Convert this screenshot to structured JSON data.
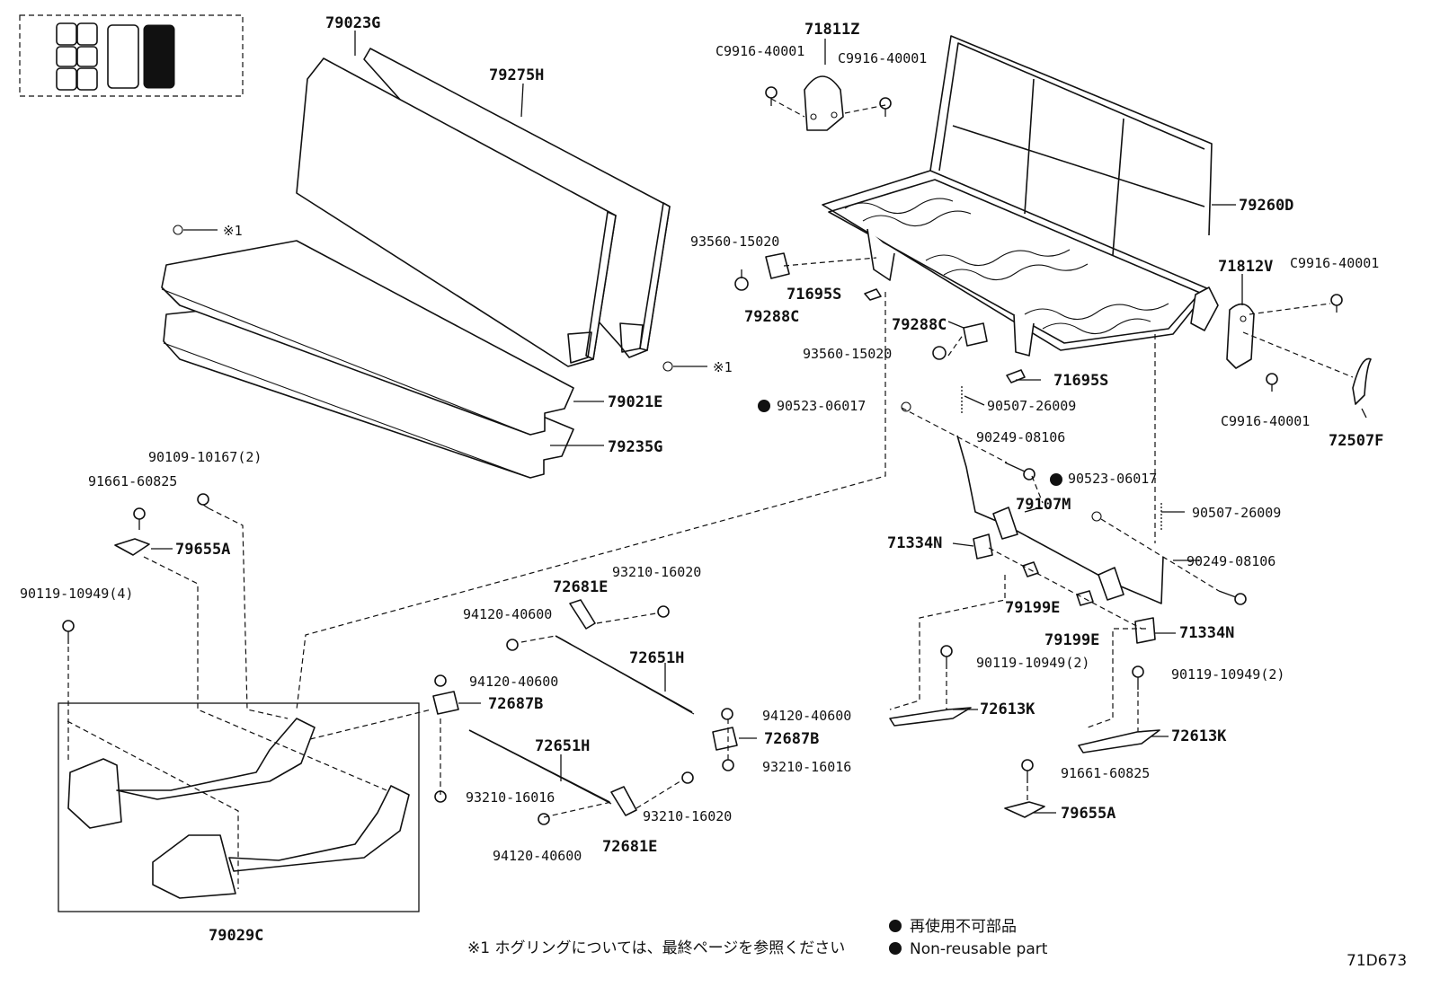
{
  "diagram_code": "71D673",
  "parts": [
    {
      "id": "79023G",
      "label": "79023G"
    },
    {
      "id": "79275H",
      "label": "79275H"
    },
    {
      "id": "79021E",
      "label": "79021E"
    },
    {
      "id": "79235G",
      "label": "79235G"
    },
    {
      "id": "71811Z",
      "label": "71811Z"
    },
    {
      "id": "79260D",
      "label": "79260D"
    },
    {
      "id": "71812V",
      "label": "71812V"
    },
    {
      "id": "72507F",
      "label": "72507F"
    },
    {
      "id": "71695S_a",
      "label": "71695S"
    },
    {
      "id": "71695S_b",
      "label": "71695S"
    },
    {
      "id": "79288C_a",
      "label": "79288C"
    },
    {
      "id": "79288C_b",
      "label": "79288C"
    },
    {
      "id": "79107M",
      "label": "79107M"
    },
    {
      "id": "71334N_a",
      "label": "71334N"
    },
    {
      "id": "71334N_b",
      "label": "71334N"
    },
    {
      "id": "79199E_a",
      "label": "79199E"
    },
    {
      "id": "79199E_b",
      "label": "79199E"
    },
    {
      "id": "72613K_a",
      "label": "72613K"
    },
    {
      "id": "72613K_b",
      "label": "72613K"
    },
    {
      "id": "79655A_a",
      "label": "79655A"
    },
    {
      "id": "79655A_b",
      "label": "79655A"
    },
    {
      "id": "72681E_a",
      "label": "72681E"
    },
    {
      "id": "72681E_b",
      "label": "72681E"
    },
    {
      "id": "72651H_a",
      "label": "72651H"
    },
    {
      "id": "72651H_b",
      "label": "72651H"
    },
    {
      "id": "72687B_a",
      "label": "72687B"
    },
    {
      "id": "72687B_b",
      "label": "72687B"
    },
    {
      "id": "79029C",
      "label": "79029C"
    }
  ],
  "fasteners": [
    {
      "id": "c9916_1",
      "label": "C9916-40001"
    },
    {
      "id": "c9916_2",
      "label": "C9916-40001"
    },
    {
      "id": "c9916_3",
      "label": "C9916-40001"
    },
    {
      "id": "c9916_4",
      "label": "C9916-40001"
    },
    {
      "id": "93560_a",
      "label": "93560-15020"
    },
    {
      "id": "93560_b",
      "label": "93560-15020"
    },
    {
      "id": "90523_a",
      "label": "90523-06017"
    },
    {
      "id": "90523_b",
      "label": "90523-06017"
    },
    {
      "id": "90507_a",
      "label": "90507-26009"
    },
    {
      "id": "90507_b",
      "label": "90507-26009"
    },
    {
      "id": "90249_a",
      "label": "90249-08106"
    },
    {
      "id": "90249_b",
      "label": "90249-08106"
    },
    {
      "id": "90109",
      "label": "90109-10167(2)"
    },
    {
      "id": "91661_a",
      "label": "91661-60825"
    },
    {
      "id": "91661_b",
      "label": "91661-60825"
    },
    {
      "id": "90119_a",
      "label": "90119-10949(4)"
    },
    {
      "id": "90119_b",
      "label": "90119-10949(2)"
    },
    {
      "id": "90119_c",
      "label": "90119-10949(2)"
    },
    {
      "id": "93210_16020_a",
      "label": "93210-16020"
    },
    {
      "id": "93210_16020_b",
      "label": "93210-16020"
    },
    {
      "id": "93210_16016_a",
      "label": "93210-16016"
    },
    {
      "id": "93210_16016_b",
      "label": "93210-16016"
    },
    {
      "id": "94120_a",
      "label": "94120-40600"
    },
    {
      "id": "94120_b",
      "label": "94120-40600"
    },
    {
      "id": "94120_c",
      "label": "94120-40600"
    },
    {
      "id": "94120_d",
      "label": "94120-40600"
    }
  ],
  "hog_ring_mark": "※1",
  "notes": {
    "footnote": "※1  ホグリングについては、最終ページを参照ください",
    "legend_ja": "再使用不可部品",
    "legend_en": "Non-reusable part"
  }
}
